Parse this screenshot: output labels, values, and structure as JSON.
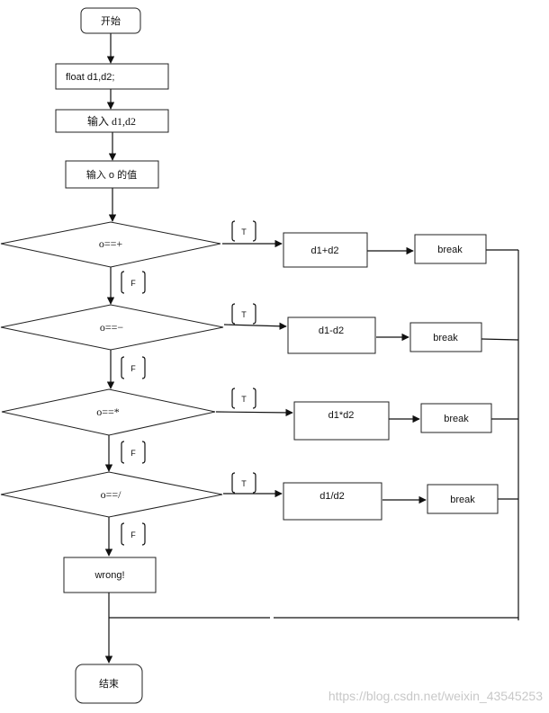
{
  "nodes": {
    "start": "开始",
    "declare": "float d1,d2;",
    "input_d": "输入 d1,d2",
    "input_o": "输入 o 的值",
    "cond_plus": "o==+",
    "cond_minus": "o==−",
    "cond_mul": "o==*",
    "cond_div": "o==/",
    "op_plus": "d1+d2",
    "op_minus": "d1-d2",
    "op_mul": "d1*d2",
    "op_div": "d1/d2",
    "brk": "break",
    "wrong": "wrong!",
    "end": "结束"
  },
  "labels": {
    "true": "T",
    "false": "F"
  },
  "watermark": "https://blog.csdn.net/weixin_43545253"
}
